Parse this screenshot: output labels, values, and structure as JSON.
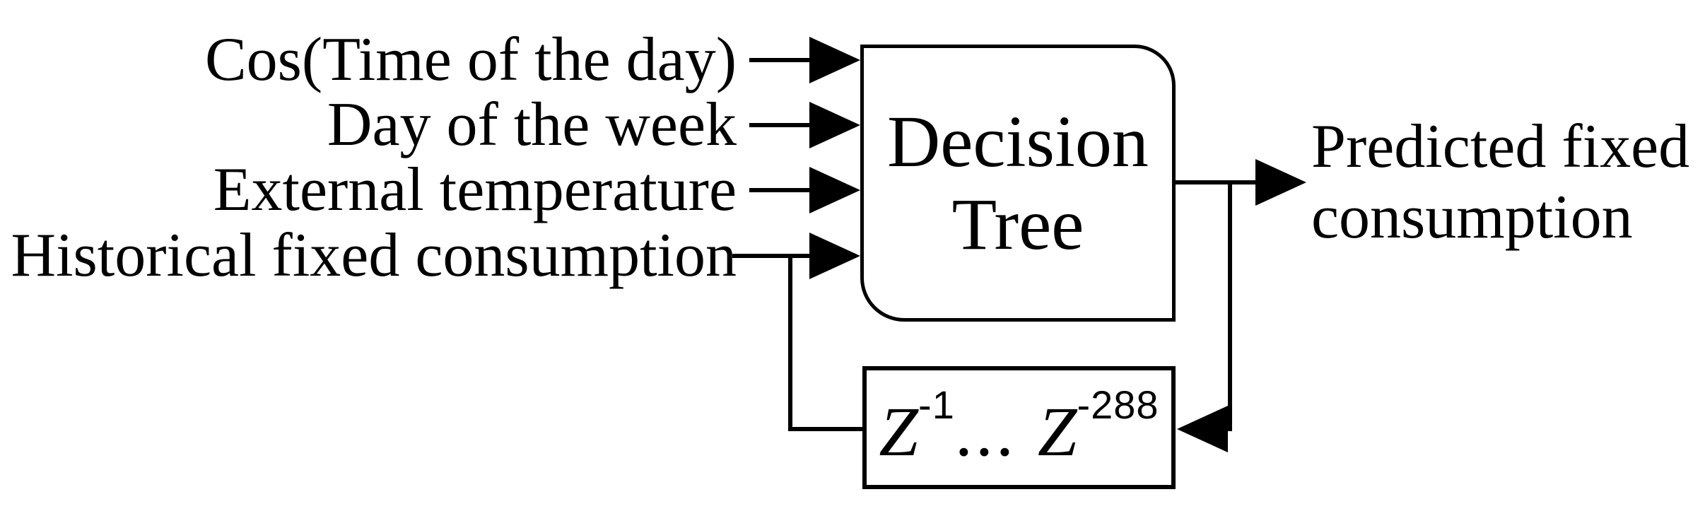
{
  "canvas": {
    "background": "#ffffff",
    "stroke_color": "#000000"
  },
  "inputs": [
    {
      "label": "Cos(Time of the day)"
    },
    {
      "label": "Day of the week"
    },
    {
      "label": "External temperature"
    },
    {
      "label": "Historical fixed consumption"
    }
  ],
  "decision_block": {
    "line1": "Decision",
    "line2": "Tree"
  },
  "delay_block": {
    "z1": "Z",
    "z1_exp": "-1",
    "ellipsis": "...",
    "z2": "Z",
    "z2_exp": "-288"
  },
  "output": {
    "line1": "Predicted fixed",
    "line2": "consumption"
  }
}
